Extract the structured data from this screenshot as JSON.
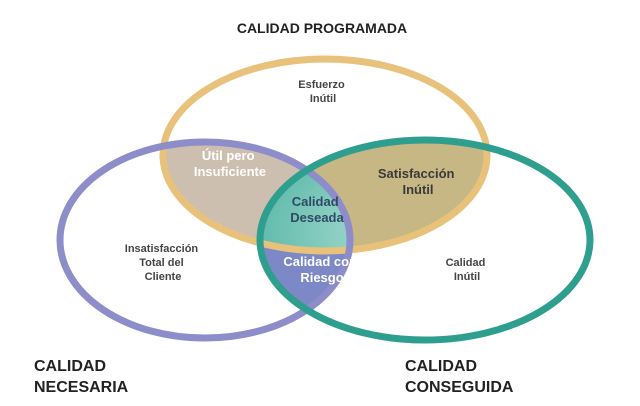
{
  "diagram": {
    "sets": [
      {
        "id": "programada",
        "title": "CALIDAD PROGRAMADA",
        "color": "#E8C27A"
      },
      {
        "id": "necesaria",
        "title_lines": [
          "CALIDAD",
          "NECESARIA"
        ],
        "color": "#8C8DC9"
      },
      {
        "id": "conseguida",
        "title_lines": [
          "CALIDAD",
          "CONSEGUIDA"
        ],
        "color": "#2E9F8E"
      }
    ],
    "regions": {
      "esfuerzo_inutil": [
        "Esfuerzo",
        "Inútil"
      ],
      "util_pero_insuficiente": [
        "Útil pero",
        "Insuficiente"
      ],
      "satisfaccion_inutil": [
        "Satisfacción",
        "Inútil"
      ],
      "calidad_deseada": [
        "Calidad",
        "Deseada"
      ],
      "insatisfaccion_total": [
        "Insatisfacción",
        "Total del",
        "Cliente"
      ],
      "calidad_con_riesgo": [
        "Calidad con",
        "Riesgo"
      ],
      "calidad_inutil": [
        "Calidad",
        "Inútil"
      ]
    }
  }
}
